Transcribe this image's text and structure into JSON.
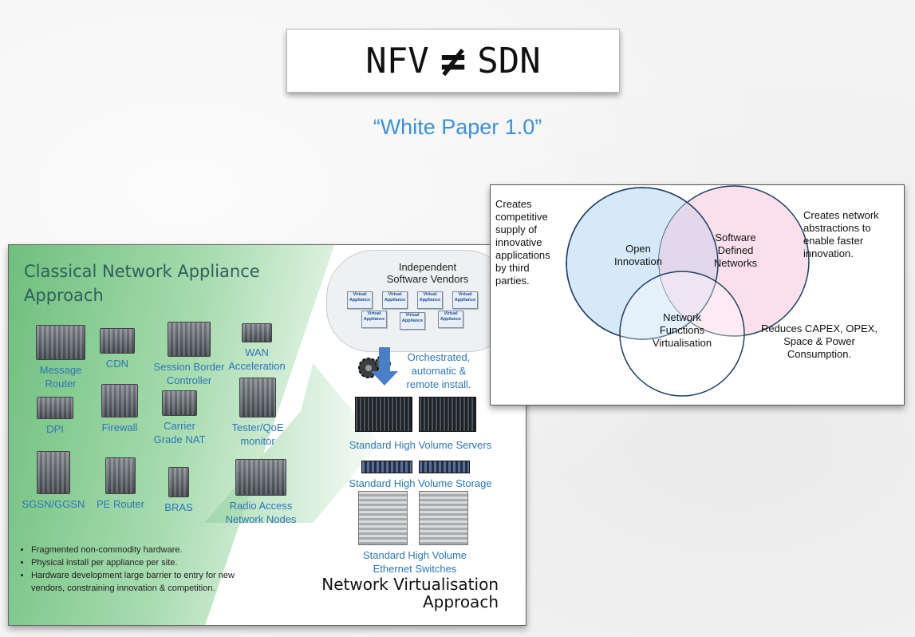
{
  "title": {
    "left": "NFV",
    "symbol": "≠",
    "right": "SDN"
  },
  "subtitle": "“White Paper 1.0”",
  "left_panel": {
    "heading": "Classical Network Appliance\nApproach",
    "devices": [
      {
        "label": "Message\nRouter"
      },
      {
        "label": "CDN"
      },
      {
        "label": "Session Border\nController"
      },
      {
        "label": "WAN\nAcceleration"
      },
      {
        "label": "DPI"
      },
      {
        "label": "Firewall"
      },
      {
        "label": "Carrier\nGrade NAT"
      },
      {
        "label": "Tester/QoE\nmonitor"
      },
      {
        "label": "SGSN/GGSN"
      },
      {
        "label": "PE Router"
      },
      {
        "label": "BRAS"
      },
      {
        "label": "Radio Access\nNetwork Nodes"
      }
    ],
    "bullets": [
      "Fragmented non-commodity hardware.",
      "Physical install per appliance per site.",
      "Hardware development large barrier to entry for new vendors, constraining innovation & competition."
    ],
    "isv_label": "Independent\nSoftware Vendors",
    "virtual_appliance": "Virtual\nAppliance",
    "orchestrated": "Orchestrated,\nautomatic &\nremote install.",
    "servers_label": "Standard High Volume Servers",
    "storage_label": "Standard High Volume Storage",
    "switches_label": "Standard High Volume\nEthernet Switches",
    "nv_title": "Network Virtualisation\nApproach"
  },
  "right_panel": {
    "circle_open": "Open\nInnovation",
    "circle_sdn": "Software\nDefined\nNetworks",
    "circle_nfv": "Network\nFunctions\nVirtualisation",
    "text_left": "Creates\ncompetitive\nsupply of\ninnovative\napplications\nby third\nparties.",
    "text_right_top": "Creates network\nabstractions to\nenable faster\ninnovation.",
    "text_right_bottom": "Reduces CAPEX, OPEX,\nSpace & Power\nConsumption.",
    "colors": {
      "open": "#d6e9f8",
      "sdn": "#fbe0ec",
      "overlap": "#e3d7ec",
      "stroke": "#1f3e64"
    }
  }
}
